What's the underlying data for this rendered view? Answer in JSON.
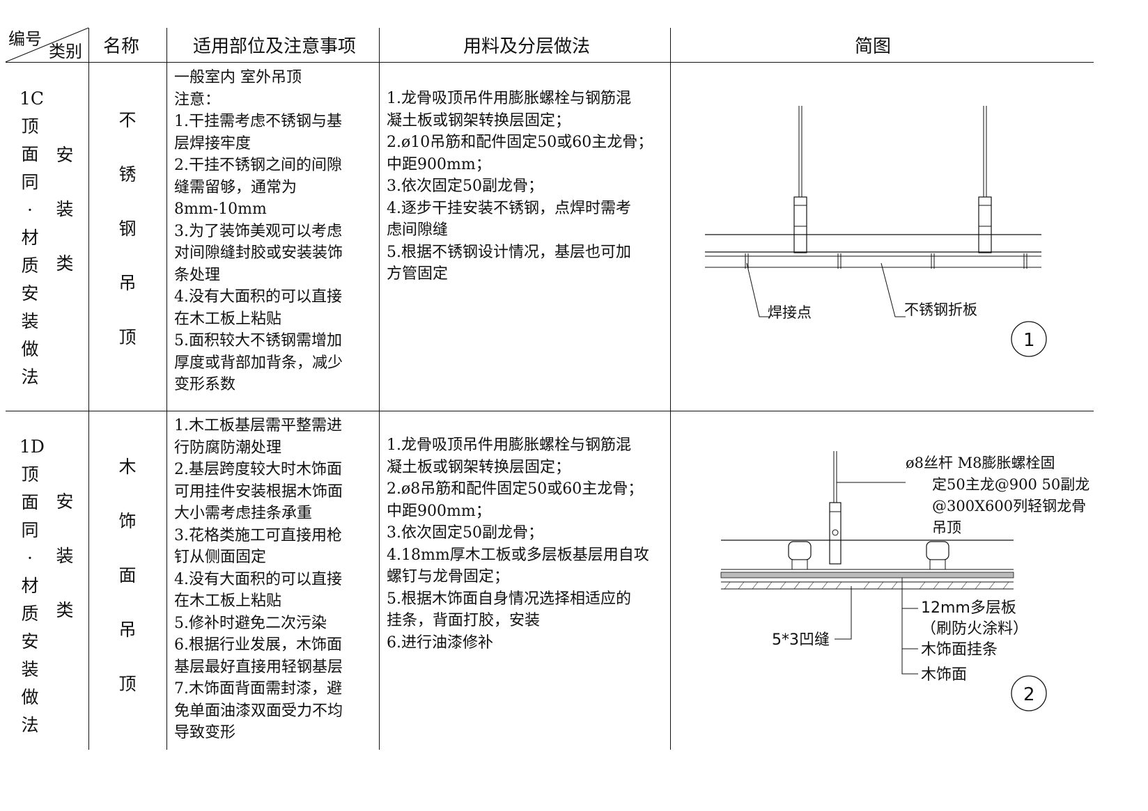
{
  "header": {
    "bianhao": "编号",
    "leibie": "类别",
    "mingcheng": "名称",
    "shiyong": "适用部位及注意事项",
    "yongliao": "用料及分层做法",
    "jiantu": "简图"
  },
  "rows": [
    {
      "code": "1C\n顶\n面\n同\n·\n材\n质\n安\n装\n做\n法",
      "category": "安\n装\n类",
      "name": "不\n锈\n钢\n吊\n顶",
      "notes": "一般室内 室外吊顶\n注意：\n1.干挂需考虑不锈钢与基\n层焊接牢度\n2.干挂不锈钢之间的间隙\n缝需留够，通常为\n8mm-10mm\n3.为了装饰美观可以考虑\n对间隙缝封胶或安装装饰\n条处理\n4.没有大面积的可以直接\n在木工板上粘贴\n5.面积较大不锈钢需增加\n厚度或背部加背条，减少\n变形系数",
      "method": "1.龙骨吸顶吊件用膨胀螺栓与钢筋混\n凝土板或钢架转换层固定；\n2.ø10吊筋和配件固定50或60主龙骨；\n中距900mm；\n3.依次固定50副龙骨；\n4.逐步干挂安装不锈钢，点焊时需考\n虑间隙缝\n5.根据不锈钢设计情况，基层也可加\n方管固定",
      "diagram": {
        "label_weld": "焊接点",
        "label_panel": "不锈钢折板",
        "number": "1"
      }
    },
    {
      "code": "1D\n顶\n面\n同\n·\n材\n质\n安\n装\n做\n法",
      "category": "安\n装\n类",
      "name": "木\n饰\n面\n吊\n顶",
      "notes": "1.木工板基层需平整需进\n行防腐防潮处理\n2.基层跨度较大时木饰面\n可用挂件安装根据木饰面\n大小需考虑挂条承重\n3.花格类施工可直接用枪\n钉从侧面固定\n4.没有大面积的可以直接\n在木工板上粘贴\n5.修补时避免二次污染\n6.根据行业发展，木饰面\n基层最好直接用轻钢基层\n7.木饰面背面需封漆，避\n免单面油漆双面受力不均\n导致变形",
      "method": "1.龙骨吸顶吊件用膨胀螺栓与钢筋混\n凝土板或钢架转换层固定；\n2.ø8吊筋和配件固定50或60主龙骨；\n中距900mm；\n3.依次固定50副龙骨；\n4.18mm厚木工板或多层板基层用自攻\n螺钉与龙骨固定；\n5.根据木饰面自身情况选择相适应的\n挂条，背面打胶，安装\n6.进行油漆修补",
      "diagram": {
        "label_rod_1": "ø8丝杆 M8膨胀螺栓固",
        "label_rod_2": "定50主龙@900 50副龙",
        "label_rod_3": "@300X600列轻钢龙骨",
        "label_rod_4": "吊顶",
        "label_board_1": "12mm多层板",
        "label_board_2": "（刷防火涂料）",
        "label_strip": "木饰面挂条",
        "label_veneer": "木饰面",
        "label_groove": "5*3凹缝",
        "number": "2"
      }
    }
  ]
}
